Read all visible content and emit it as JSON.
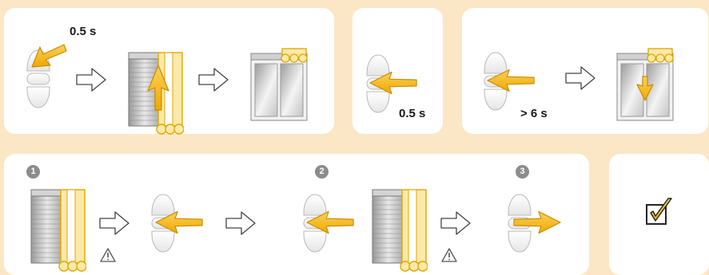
{
  "step1": {
    "time": "0.5 s"
  },
  "step2": {
    "time": "0.5 s"
  },
  "step3": {
    "time": "> 6 s"
  },
  "sequence": {
    "step1": "1",
    "step2": "2",
    "step3": "3"
  },
  "colors": {
    "background": "#fbe7c6",
    "panel": "#ffffff",
    "accent": "#f5b81c",
    "accent_dark": "#d99a0a",
    "gray": "#8c8c8c"
  }
}
